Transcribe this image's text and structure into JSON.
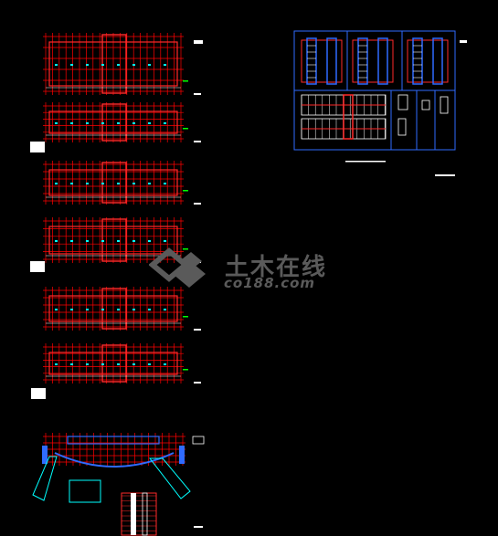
{
  "watermark": {
    "title": "土木在线",
    "subtitle": "co188.com"
  },
  "sheet": {
    "plans": [
      "floor-plan-1",
      "floor-plan-2",
      "floor-plan-3",
      "floor-plan-4",
      "floor-plan-5",
      "floor-plan-6"
    ],
    "colors": {
      "grid": "#ff0000",
      "wall": "#ff2a2a",
      "accent": "#00ffff",
      "frame": "#2f6bff",
      "text": "#ffffff",
      "label": "#00ff00"
    }
  }
}
